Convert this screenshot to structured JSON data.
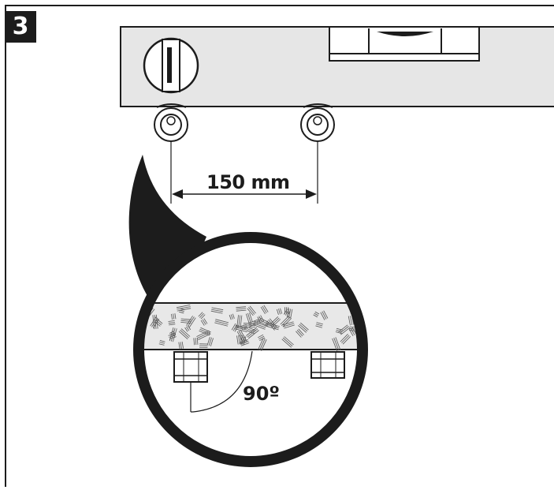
{
  "step": {
    "number": "3"
  },
  "dimension": {
    "label": "150 mm"
  },
  "angle": {
    "label": "90º"
  },
  "colors": {
    "ink": "#1c1c1c",
    "level_body": "#e6e6e6",
    "board": "#e8e8e8"
  }
}
